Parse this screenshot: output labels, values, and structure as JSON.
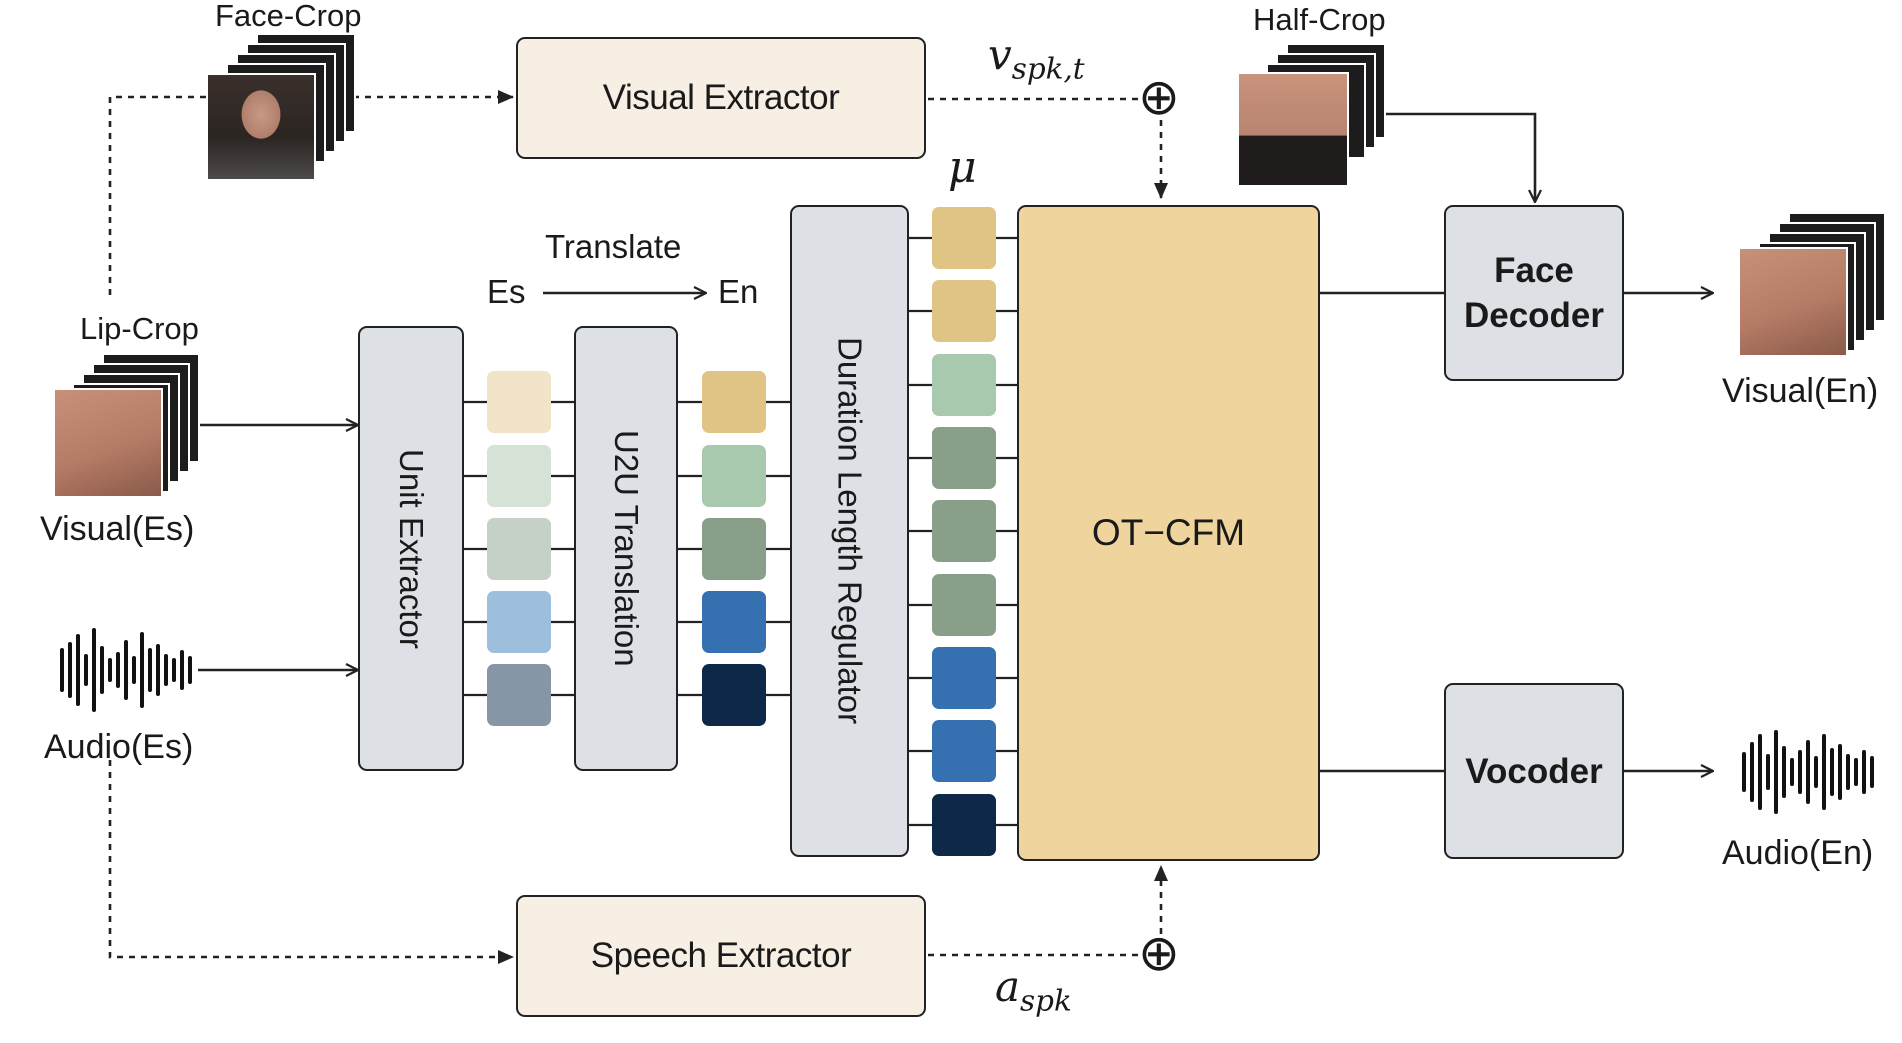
{
  "labels": {
    "face_crop": "Face-Crop",
    "half_crop": "Half-Crop",
    "lip_crop": "Lip-Crop",
    "visual_es": "Visual(Es)",
    "audio_es": "Audio(Es)",
    "visual_en": "Visual(En)",
    "audio_en": "Audio(En)",
    "translate": "Translate",
    "es": "Es",
    "en": "En",
    "mu": "μ",
    "v_spk": "v",
    "v_spk_sub": "spk,t",
    "a_spk": "a",
    "a_spk_sub": "spk"
  },
  "blocks": {
    "visual_extractor": "Visual Extractor",
    "speech_extractor": "Speech Extractor",
    "unit_extractor": "Unit Extractor",
    "u2u_translation": "U2U Translation",
    "duration_regulator": "Duration Length Regulator",
    "ot_cfm": "OT−CFM",
    "face_decoder_line1": "Face",
    "face_decoder_line2": "Decoder",
    "vocoder": "Vocoder",
    "plus_top": "⊕",
    "plus_bottom": "⊕"
  },
  "token_colors": {
    "unit_units": [
      "#f1e4c8",
      "#d4e3d6",
      "#c5d0c6",
      "#9ebedd",
      "#8696a6"
    ],
    "translated_units": [
      "#e0c486",
      "#a9c9ae",
      "#8a9f89",
      "#3570b0",
      "#0e2847"
    ],
    "expanded_units": [
      "#e0c486",
      "#e0c486",
      "#a9c9ae",
      "#8a9f89",
      "#8a9f89",
      "#8a9f89",
      "#3570b0",
      "#3570b0",
      "#0e2847"
    ]
  },
  "colors": {
    "extractor_fill": "#f7eee4",
    "module_fill": "#dde1e5",
    "otcfm_fill": "#efd49e"
  }
}
